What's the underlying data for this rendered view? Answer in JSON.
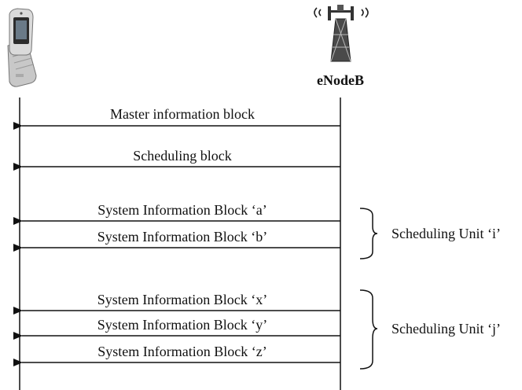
{
  "entities": {
    "ue_label": "",
    "enodeb_label": "eNodeB"
  },
  "messages": [
    {
      "label": "Master information block"
    },
    {
      "label": "Scheduling block"
    },
    {
      "label": "System Information Block ‘a’"
    },
    {
      "label": "System Information Block ‘b’"
    },
    {
      "label": "System Information Block ‘x’"
    },
    {
      "label": "System Information Block ‘y’"
    },
    {
      "label": "System Information Block ‘z’"
    }
  ],
  "groups": [
    {
      "label": "Scheduling Unit ‘i’"
    },
    {
      "label": "Scheduling Unit ‘j’"
    }
  ],
  "icons": {
    "ue": "mobile-phone-icon",
    "enodeb": "cell-tower-icon"
  },
  "colors": {
    "line": "#111111",
    "phone_body": "#c8c8c8",
    "tower": "#333333"
  }
}
